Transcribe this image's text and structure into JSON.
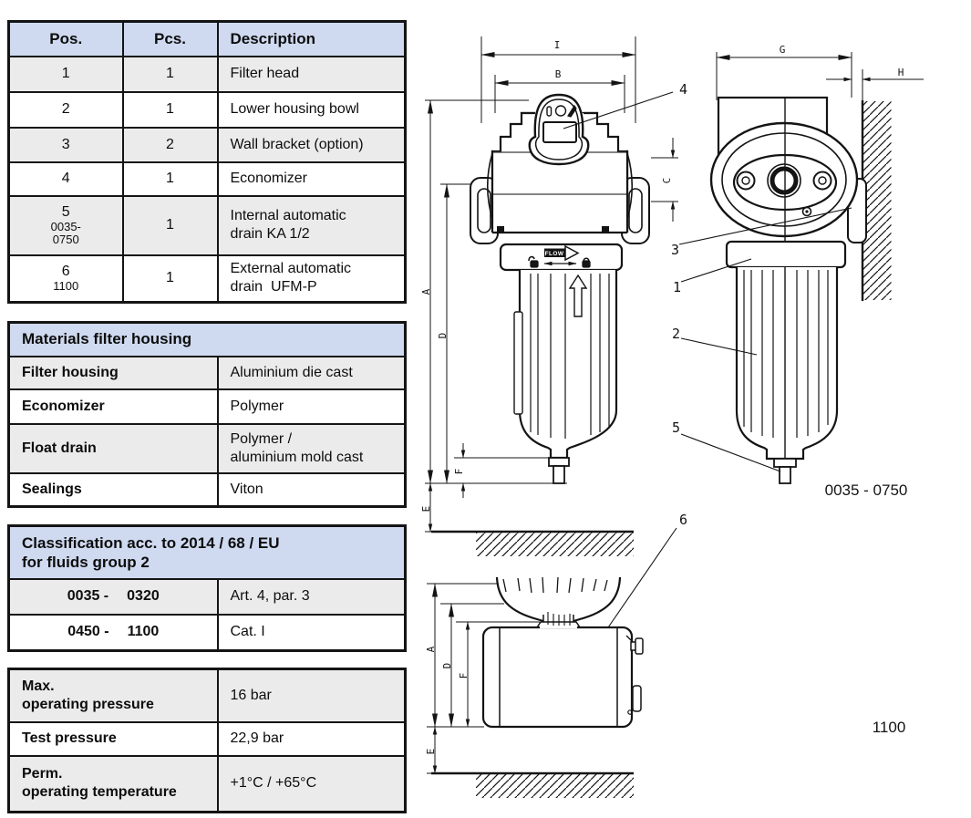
{
  "colors": {
    "header_blue": "#cfdaf0",
    "row_gray": "#ebebeb",
    "border": "#141414"
  },
  "parts": {
    "headers": {
      "pos": "Pos.",
      "pcs": "Pcs.",
      "description": "Description"
    },
    "rows": [
      {
        "pos": "1",
        "sub": "",
        "sub2": "",
        "pcs": "1",
        "desc1": "Filter head",
        "desc2": ""
      },
      {
        "pos": "2",
        "sub": "",
        "sub2": "",
        "pcs": "1",
        "desc1": "Lower housing bowl",
        "desc2": ""
      },
      {
        "pos": "3",
        "sub": "",
        "sub2": "",
        "pcs": "2",
        "desc1": "Wall bracket (option)",
        "desc2": ""
      },
      {
        "pos": "4",
        "sub": "",
        "sub2": "",
        "pcs": "1",
        "desc1": "Economizer",
        "desc2": ""
      },
      {
        "pos": "5",
        "sub": "0035-",
        "sub2": "0750",
        "pcs": "1",
        "desc1": "Internal automatic",
        "desc2": "drain KA 1/2"
      },
      {
        "pos": "6",
        "sub": "1100",
        "sub2": "",
        "pcs": "1",
        "desc1": "External automatic",
        "desc2": "drain  UFM-P"
      }
    ]
  },
  "materials": {
    "title": "Materials filter housing",
    "rows": [
      {
        "label": "Filter housing",
        "value1": "Aluminium die cast",
        "value2": ""
      },
      {
        "label": "Economizer",
        "value1": "Polymer",
        "value2": ""
      },
      {
        "label": "Float drain",
        "value1": "Polymer /",
        "value2": "aluminium mold cast"
      },
      {
        "label": "Sealings",
        "value1": "Viton",
        "value2": ""
      }
    ]
  },
  "classification": {
    "title1": "Classification acc. to 2014 / 68 / EU",
    "title2": "for fluids group 2",
    "rows": [
      {
        "from": "0035 -",
        "to": "0320",
        "value": "Art. 4, par. 3"
      },
      {
        "from": "0450 -",
        "to": "1100",
        "value": "Cat. I"
      }
    ]
  },
  "specs": {
    "rows": [
      {
        "label1": "Max.",
        "label2": "operating pressure",
        "value": "16 bar"
      },
      {
        "label1": "Test pressure",
        "label2": "",
        "value": "22,9 bar"
      },
      {
        "label1": "Perm.",
        "label2": "operating temperature",
        "value": "+1°C / +65°C"
      }
    ]
  },
  "drawing": {
    "dims": {
      "I": "I",
      "B": "B",
      "C": "C",
      "A": "A",
      "D": "D",
      "E": "E",
      "F": "F",
      "G": "G",
      "H": "H"
    },
    "callouts": {
      "c1": "1",
      "c2": "2",
      "c3": "3",
      "c4": "4",
      "c5": "5",
      "c6": "6"
    },
    "flow_label": "FLOW",
    "variant_top": "0035 - 0750",
    "variant_bottom": "1100"
  }
}
